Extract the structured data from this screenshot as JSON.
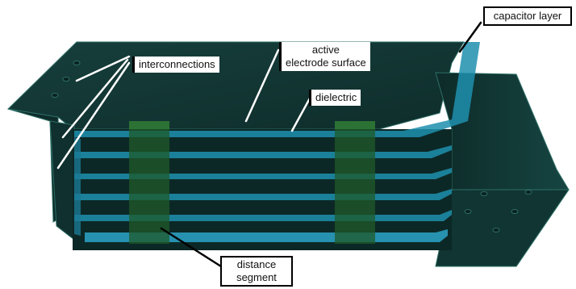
{
  "diagram": {
    "labels": {
      "capacitor_layer": "capacitor layer",
      "interconnections": "interconnections",
      "active_electrode_line1": "active",
      "active_electrode_line2": "electrode surface",
      "dielectric": "dielectric",
      "distance_line1": "distance",
      "distance_line2": "segment"
    },
    "colors": {
      "body": "#133a38",
      "body_dark": "#0c2a28",
      "edge": "#2e6e66",
      "layer": "#1f8fae",
      "layer_light": "#3aaed0",
      "spacer": "#1f5a2a",
      "spacer_light": "#2f7a37",
      "leader": "#ffffff",
      "leader_dark": "#000000"
    }
  }
}
